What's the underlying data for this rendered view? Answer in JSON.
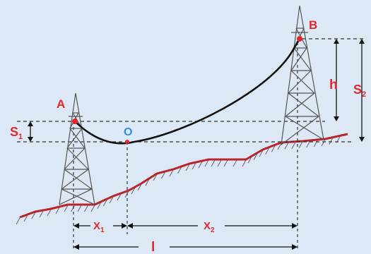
{
  "labels": {
    "support_a": "A",
    "support_b": "B",
    "lowest_point": "O",
    "sag_a": "S",
    "sag_a_sub": "1",
    "sag_b": "S",
    "sag_b_sub": "2",
    "height_diff": "h",
    "x1": "X",
    "x1_sub": "1",
    "x2": "X",
    "x2_sub": "2",
    "span": "l"
  },
  "colors": {
    "background": "#dde8f6",
    "label": "#e2282d",
    "lowest_point_label": "#2f8fd6",
    "ground": "#b8262a",
    "conductor": "#111111",
    "tower": "#555555",
    "point_marker": "#e2282d"
  }
}
